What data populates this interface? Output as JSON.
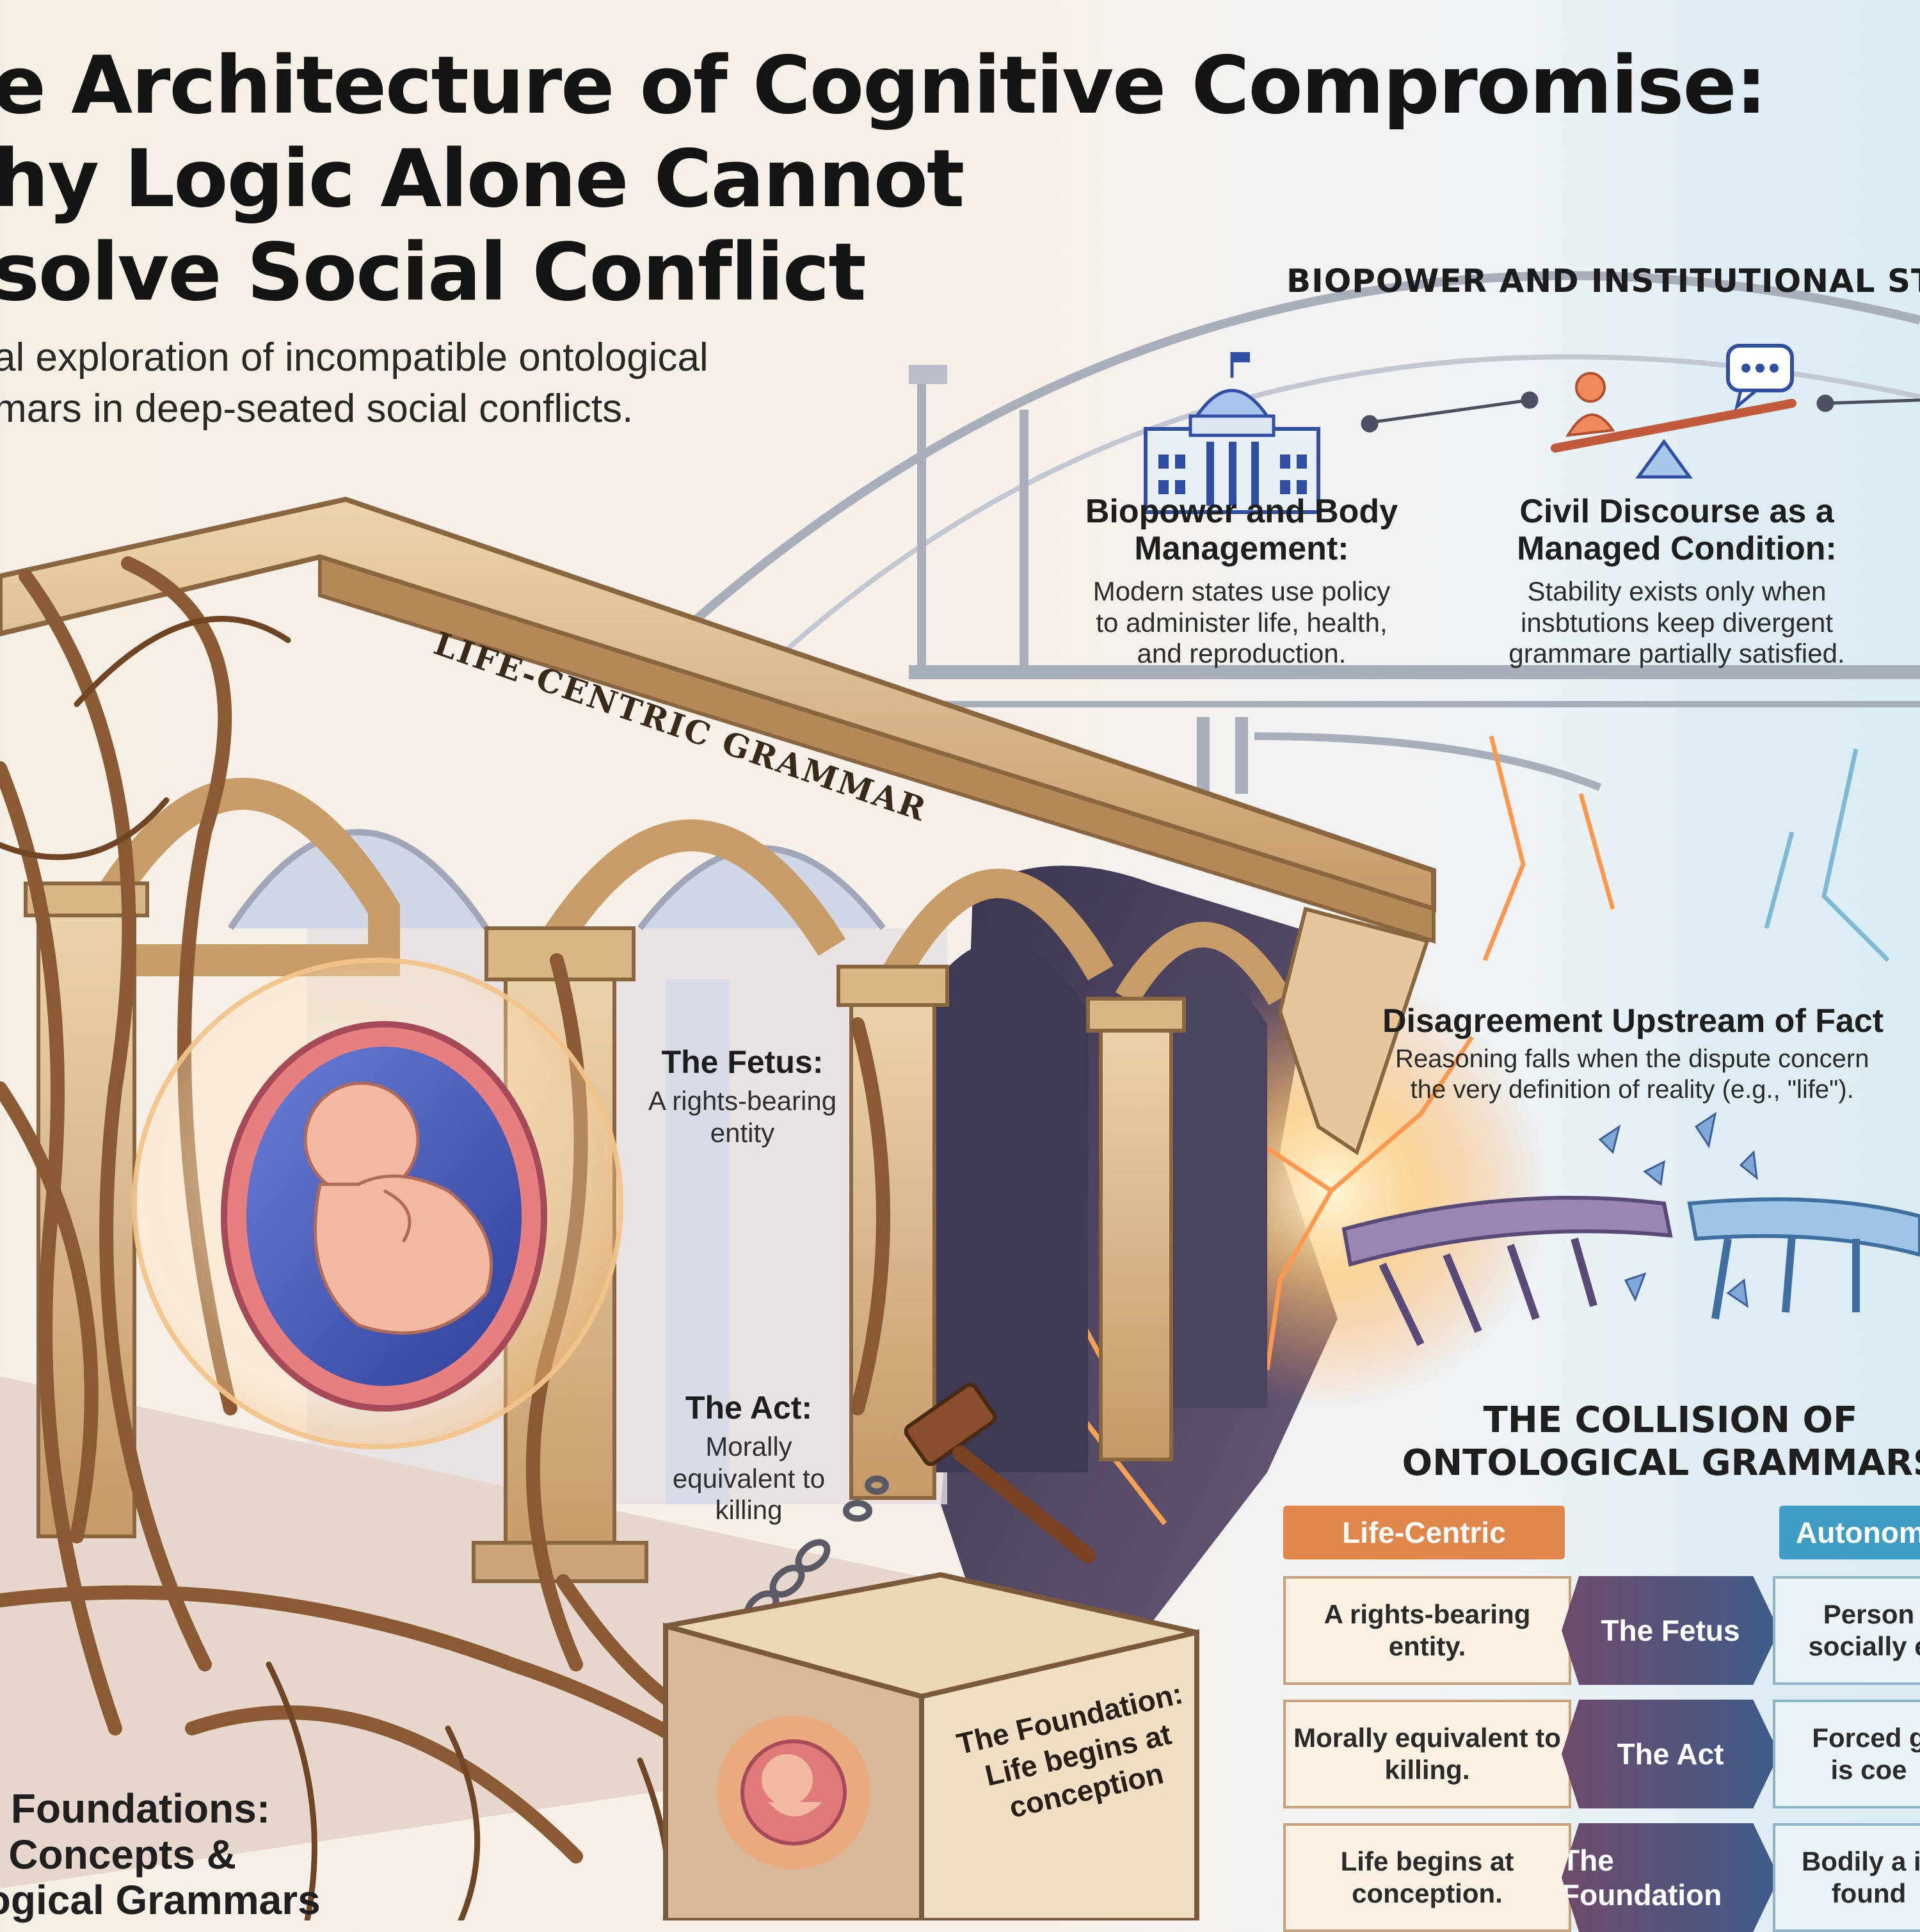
{
  "title": {
    "line1": "e Architecture of Cognitive Compromise:",
    "line2": "hy Logic Alone Cannot",
    "line3": "solve Social Conflict"
  },
  "subtitle": {
    "line1": "al exploration of incompatible ontological",
    "line2": "mars in deep-seated social conflicts."
  },
  "biopower_section": {
    "heading": "BIOPOWER AND INSTITUTIONAL STA",
    "card1": {
      "title_line1": "Biopower and Body",
      "title_line2": "Management:",
      "body_line1": "Modern states use policy",
      "body_line2": "to administer life, health,",
      "body_line3": "and reproduction."
    },
    "card2": {
      "title_line1": "Civil Discourse as a",
      "title_line2": "Managed Condition:",
      "body_line1": "Stability exists only when",
      "body_line2": "insbtutions keep divergent",
      "body_line3": "grammare partially satisfied."
    }
  },
  "beam_label": "LIFE-CENTRIC GRAMMAR",
  "fetus_label": {
    "title": "The Fetus:",
    "body_line1": "A rights-bearing",
    "body_line2": "entity"
  },
  "act_label": {
    "title": "The Act:",
    "body_line1": "Morally",
    "body_line2": "equivalent to",
    "body_line3": "killing"
  },
  "foundation_block": {
    "line1": "The Foundation:",
    "line2": "Life begins at",
    "line3": "conception"
  },
  "disagreement": {
    "title": "Disagreement Upstream of Fact",
    "body_line1": "Reasoning falls when the dispute concern",
    "body_line2": "the very definition of reality (e.g., \"life\")."
  },
  "collision": {
    "title_line1": "THE COLLISION OF",
    "title_line2": "ONTOLOGICAL GRAMMARS",
    "col_left": "Life-Centric",
    "col_right": "Autonomy",
    "rows": [
      {
        "left": "A rights-bearing entity.",
        "middle": "The Fetus",
        "right": "Person socially e"
      },
      {
        "left": "Morally equivalent to killing.",
        "middle": "The Act",
        "right": "Forced g is coe"
      },
      {
        "left": "Life begins at conception.",
        "middle": "The Foundation",
        "right": "Bodily a is found"
      }
    ]
  },
  "foundations_heading": {
    "line1": "o Foundations:",
    "line2": "k Concepts &",
    "line3": "logical Grammars"
  },
  "colors": {
    "life_centric": "#e0864a",
    "autonomy": "#3f9cc4",
    "pivot_dark": "#4a3a6a",
    "stone": "#d9b98c"
  }
}
